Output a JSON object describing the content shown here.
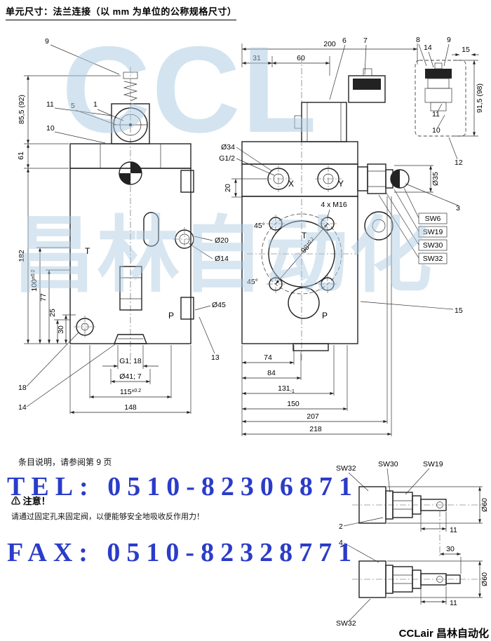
{
  "header": {
    "title": "单元尺寸：法兰连接（以 mm 为单位的公称规格尺寸）"
  },
  "left_view": {
    "callouts": {
      "c9": "9",
      "c11": "11",
      "c5": "5",
      "c1": "1",
      "c10": "10",
      "c18": "18",
      "c14": "14",
      "c13": "13"
    },
    "ports": {
      "t": "T",
      "p": "P"
    },
    "dims": {
      "h_head": "85,5 (92)",
      "h_61": "61",
      "h_182": "182",
      "h_100_main": "100",
      "h_100_tol": "±0.2",
      "h_77": "77",
      "h_25": "25",
      "h_30": "30",
      "d_20": "Ø20",
      "d_14": "Ø14",
      "d_45": "Ø45",
      "g1_18": "G1; 18",
      "d41_7": "Ø41; 7",
      "w_115_main": "115",
      "w_115_tol": "±0.2",
      "w_148": "148"
    }
  },
  "right_view": {
    "callouts": {
      "c6": "6",
      "c7": "7",
      "c8": "8",
      "c14": "14",
      "c9": "9",
      "c11": "11",
      "c10": "10",
      "c12": "12",
      "c3": "3",
      "c15_side": "15"
    },
    "ports": {
      "x": "X",
      "y": "Y",
      "t": "T",
      "p": "P"
    },
    "dims": {
      "w_200": "200",
      "w_31": "31",
      "w_60": "60",
      "w_15": "15",
      "h_915": "91,5 (98)",
      "h_20": "20",
      "d_34": "Ø34",
      "g_12": "G1/2",
      "d_35": "Ø35",
      "m16": "4 x M16",
      "a45_1": "45°",
      "a45_2": "45°",
      "d_98_main": "98",
      "d_98_tol": "±0.2",
      "sw6": "SW6",
      "sw19": "SW19",
      "sw30": "SW30",
      "sw32": "SW32",
      "w_74": "74",
      "w_84": "84",
      "w_131_main": "131",
      "w_131_tol": "-1",
      "w_150": "150",
      "w_207": "207",
      "w_218": "218"
    }
  },
  "detail_view": {
    "labels": {
      "sw32_top": "SW32",
      "sw30": "SW30",
      "sw19": "SW19",
      "d60_a": "Ø60",
      "dim11_a": "11",
      "c2": "2",
      "dim30": "30",
      "c4": "4",
      "d60_b": "Ø60",
      "dim11_b": "11",
      "sw32_bottom": "SW32"
    }
  },
  "notes": {
    "reference": "条目说明，请参阅第 9 页"
  },
  "warning": {
    "title": "⚠ 注意！",
    "body": "请通过固定孔来固定阀，以便能够安全地吸收反作用力！"
  },
  "watermark": {
    "tel": "TEL: 0510-82306871",
    "fax": "FAX: 0510-82328771",
    "brand": "CCL",
    "brand_cn": "昌林自动化"
  },
  "footer": {
    "logo": "CCLair 昌林自动化"
  }
}
